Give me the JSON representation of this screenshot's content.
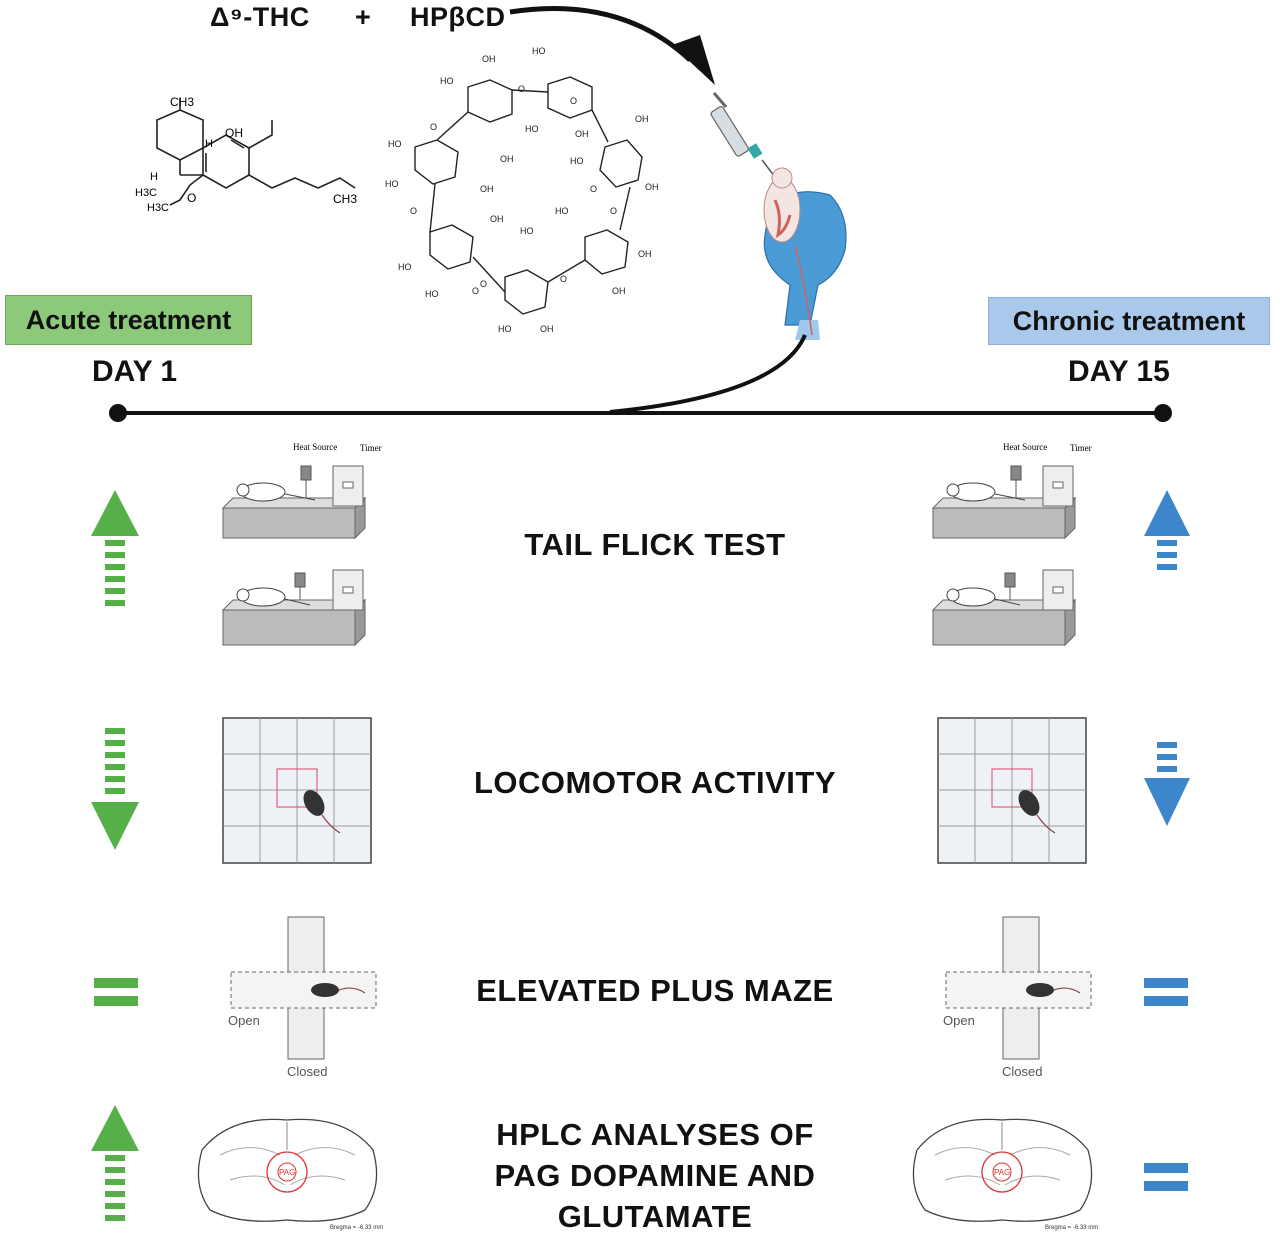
{
  "header": {
    "thc": "Δ⁹-THC",
    "plus": "+",
    "hpbcd": "HPβCD"
  },
  "thc_structure": {
    "ch3_top": "CH3",
    "oh": "OH",
    "h_ring": "H",
    "h_left": "H",
    "h3c_a": "H3C",
    "h3c_b": "H3C",
    "o": "O",
    "ch3_tail": "CH3"
  },
  "cyclodextrin_labels": [
    "HO",
    "OH",
    "O",
    "HO",
    "OH",
    "HO",
    "OH",
    "OH",
    "HO",
    "O",
    "OH",
    "HO",
    "O",
    "HO",
    "OH",
    "O",
    "HO",
    "OH",
    "HO",
    "O",
    "OH",
    "HO",
    "OH",
    "OH",
    "HO",
    "O",
    "OH",
    "OH",
    "HO",
    "O",
    "HO",
    "OH",
    "OH"
  ],
  "acute": {
    "badge": "Acute treatment",
    "day": "DAY 1"
  },
  "chronic": {
    "badge": "Chronic treatment",
    "day": "DAY 15"
  },
  "apparatus_labels": {
    "heat_source": "Heat Source",
    "timer": "Timer",
    "open": "Open",
    "closed": "Closed",
    "pag": "PAG",
    "bregma": "Bregma = -6.33 mm"
  },
  "tests": [
    {
      "label": "TAIL FLICK TEST",
      "acute": "increase",
      "chronic": "increase"
    },
    {
      "label": "LOCOMOTOR ACTIVITY",
      "acute": "decrease",
      "chronic": "decrease"
    },
    {
      "label": "ELEVATED PLUS MAZE",
      "acute": "no-change",
      "chronic": "no-change"
    },
    {
      "label_lines": [
        "HPLC ANALYSES OF",
        "PAG DOPAMINE AND",
        "GLUTAMATE"
      ],
      "acute": "increase",
      "chronic": "no-change"
    }
  ],
  "colors": {
    "acute_green": "#56b04a",
    "chronic_blue": "#3d86cc",
    "acute_badge": "#8cc97a",
    "chronic_badge": "#a9c8ea"
  }
}
